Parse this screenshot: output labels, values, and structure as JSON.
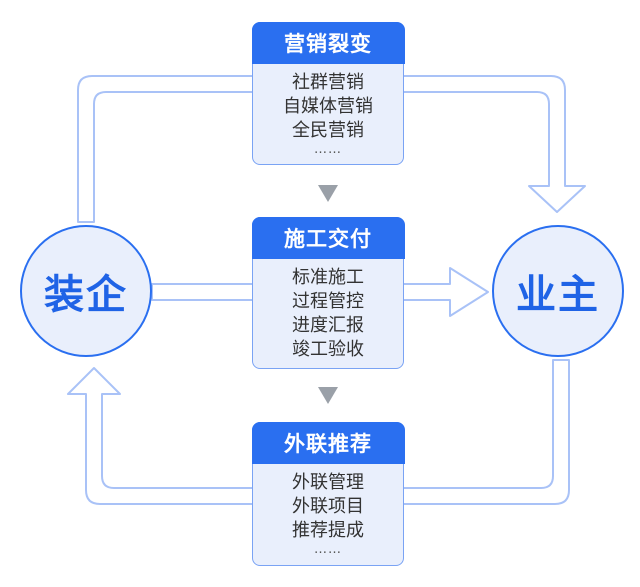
{
  "nodes": {
    "left": "装企",
    "right": "业主"
  },
  "cards": {
    "marketing": {
      "title": "营销裂变",
      "items": [
        "社群营销",
        "自媒体营销",
        "全民营销",
        "……"
      ]
    },
    "delivery": {
      "title": "施工交付",
      "items": [
        "标准施工",
        "过程管控",
        "进度汇报",
        "竣工验收"
      ]
    },
    "referral": {
      "title": "外联推荐",
      "items": [
        "外联管理",
        "外联项目",
        "推荐提成",
        "……"
      ]
    }
  },
  "colors": {
    "accent": "#2a6ff0",
    "node_fill": "#e9effc",
    "arrow_stroke": "#a9c2f7",
    "arrow_fill": "#ffffff",
    "connector_gray": "#9aa0a8"
  }
}
